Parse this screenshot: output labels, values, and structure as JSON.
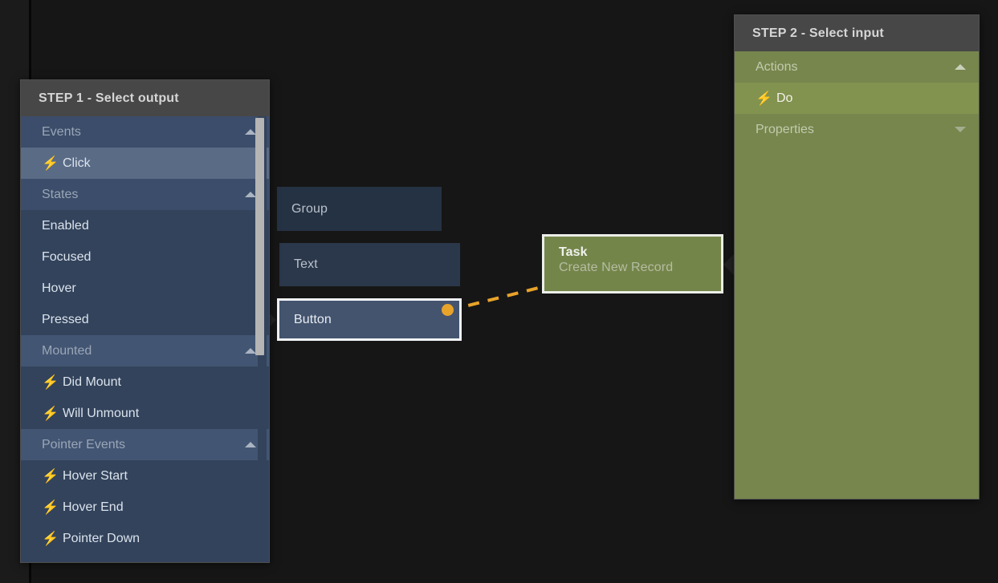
{
  "canvas": {
    "nodes": [
      {
        "id": "group",
        "label": "Group"
      },
      {
        "id": "text",
        "label": "Text"
      },
      {
        "id": "button",
        "label": "Button"
      },
      {
        "id": "task",
        "label": "Task",
        "subtitle": "Create New Record"
      }
    ],
    "connection": {
      "from": "button",
      "to": "task",
      "style": "dashed",
      "color": "#e8a32a"
    }
  },
  "step1": {
    "title": "STEP 1 - Select output",
    "groups": [
      {
        "label": "Events",
        "expanded": true,
        "items": [
          {
            "label": "Click",
            "icon": "bolt-icon",
            "selected": true
          }
        ]
      },
      {
        "label": "States",
        "expanded": true,
        "items": [
          {
            "label": "Enabled",
            "icon": null,
            "selected": false
          },
          {
            "label": "Focused",
            "icon": null,
            "selected": false
          },
          {
            "label": "Hover",
            "icon": null,
            "selected": false
          },
          {
            "label": "Pressed",
            "icon": null,
            "selected": false
          }
        ]
      },
      {
        "label": "Mounted",
        "expanded": true,
        "highlighted": true,
        "items": [
          {
            "label": "Did Mount",
            "icon": "bolt-icon",
            "selected": false
          },
          {
            "label": "Will Unmount",
            "icon": "bolt-icon",
            "selected": false
          }
        ]
      },
      {
        "label": "Pointer Events",
        "expanded": true,
        "highlighted": true,
        "items": [
          {
            "label": "Hover Start",
            "icon": "bolt-icon",
            "selected": false
          },
          {
            "label": "Hover End",
            "icon": "bolt-icon",
            "selected": false
          },
          {
            "label": "Pointer Down",
            "icon": "bolt-icon",
            "selected": false
          }
        ]
      }
    ],
    "scrollbar": {
      "visible": true
    }
  },
  "step2": {
    "title": "STEP 2 - Select input",
    "groups": [
      {
        "label": "Actions",
        "expanded": true,
        "items": [
          {
            "label": "Do",
            "icon": "bolt-icon",
            "selected": true
          }
        ]
      },
      {
        "label": "Properties",
        "expanded": false,
        "items": []
      }
    ]
  },
  "icons": {
    "bolt": "⚡"
  },
  "colors": {
    "canvas_bg": "#161616",
    "panel_header_bg": "#474747",
    "step1_body": "#33435c",
    "step1_header_row": "#3b4d6a",
    "step1_selected": "#5a6b86",
    "step2_body": "#76864d",
    "step2_item": "#82924f",
    "node_group": "#253243",
    "node_text": "#2b374a",
    "node_button": "#44546f",
    "node_task": "#74854a",
    "connector": "#e8a32a"
  }
}
